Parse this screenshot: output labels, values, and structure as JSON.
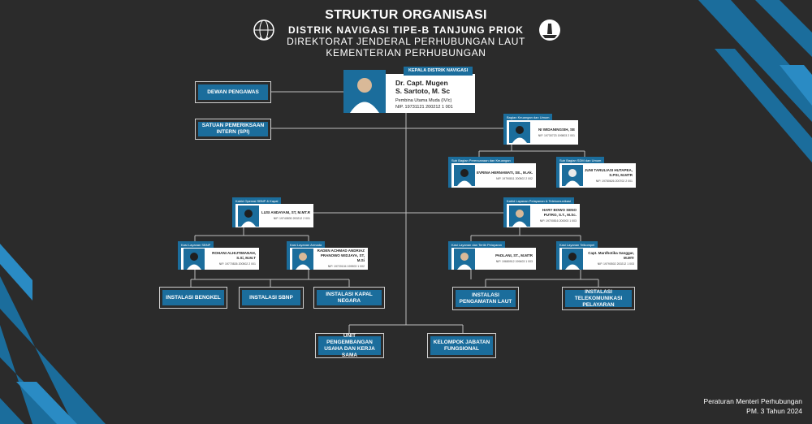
{
  "header": {
    "title": "STRUKTUR ORGANISASI",
    "subtitle": "DISTRIK NAVIGASI TIPE-B TANJUNG PRIOK",
    "line1": "DIREKTORAT JENDERAL PERHUBUNGAN LAUT",
    "line2": "KEMENTERIAN PERHUBUNGAN"
  },
  "head": {
    "tag": "KEPALA DISTRIK NAVIGASI",
    "name1": "Dr. Capt. Mugen",
    "name2": "S. Sartoto, M. Sc",
    "role": "Pembina Utama Muda (IV/c)",
    "nip": "NIP. 19731121 200212 1 001"
  },
  "units": {
    "dewan": "DEWAN PENGAWAS",
    "spi": "SATUAN PEMERIKSAAN INTERN (SPI)",
    "bengkel": "INSTALASI BENGKEL",
    "sbnp": "INSTALASI SBNP",
    "kapal": "INSTALASI KAPAL NEGARA",
    "pengamatan": "INSTALASI PENGAMATAN LAUT",
    "telekom": "INSTALASI TELEKOMUNIKASI PELAYARAN",
    "upusk": "UNIT PENGEMBANGAN USAHA DAN KERJA SAMA",
    "kjf": "KELOMPOK JABATAN FUNGSIONAL"
  },
  "cards": {
    "kabag_umum": {
      "tag": "Bagian Keuangan dan Umum",
      "name": "NI WIDANINGSIH, SE",
      "nip": "NIP. 19730723 199803 2 001"
    },
    "subbag_keu": {
      "tag": "Sub Bagian Perencanaan dan Keuangan",
      "name": "EVRINA HERNAWATI, SE., M.Ak.",
      "nip": "NIP. 19790811 200502 2 002"
    },
    "subbag_sdm": {
      "tag": "Sub Bagian SDM dan Umum",
      "name": "JUNI TARULIASI HUTAPEA, S.PSI, M.MTR",
      "nip": "NIP. 19780626 200702 2 001"
    },
    "kabid_sbnp": {
      "tag": "Kabid Operasi SBNP & Kapal",
      "name": "LUSI ANDAYANI, ST, M.MT.R",
      "nip": "NIP. 19740830 200212 2 001"
    },
    "kabid_pelayanan": {
      "tag": "Kabid Layanan Pelayanan & Telekomunikasi",
      "name": "HARY BOWO SENO PUTRO, S.T., M.Sc.",
      "nip": "NIP. 19700816 200003 1 003"
    },
    "kasi_sbnp": {
      "tag": "Kasi Layanan SBNP",
      "name": "ROHANI ALHIJTIMANAH, S.Si, M.M.T",
      "nip": "NIP. 19770826 200502 2 001"
    },
    "kasi_armada": {
      "tag": "Kasi Layanan Armada",
      "name": "RADEN ACHMAD ANDRIAZ PRANOWO WIDJAYA, ST, M.Si",
      "nip": "NIP. 19720104 199903 1 002"
    },
    "kasi_tertib": {
      "tag": "Kasi Layanan dan Tertib Pelayaran",
      "name": "PADLANI, ST., M.MTR",
      "nip": "NIP. 19680912 199403 1 003"
    },
    "kasi_telekom": {
      "tag": "Kasi Layanan Telkompel",
      "name": "Capt. Mardhotika Sanggar, M.MTr",
      "nip": "NIP. 19790502 200212 1 003"
    }
  },
  "footer": {
    "line1": "Peraturan Menteri Perhubungan",
    "line2": "PM. 3 Tahun 2024"
  },
  "colors": {
    "background": "#2b2b2b",
    "accent": "#1b6d9c",
    "stripe_light": "#2a8bc4"
  },
  "icons": {
    "left_logo": "globe-anchor-logo",
    "right_logo": "lighthouse-ship-logo",
    "photo": "person-photo-icon"
  }
}
